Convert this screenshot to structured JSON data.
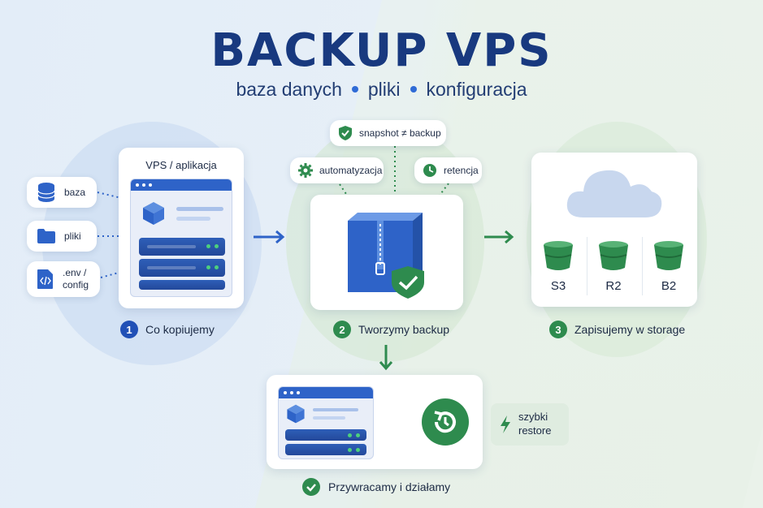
{
  "title": "BACKUP VPS",
  "subtitle": {
    "part1": "baza danych",
    "part2": "pliki",
    "part3": "konfiguracja"
  },
  "sources": [
    {
      "label": "baza",
      "icon": "database-icon"
    },
    {
      "label": "pliki",
      "icon": "folder-icon"
    },
    {
      "label": ".env / config",
      "line1": ".env /",
      "line2": "config",
      "icon": "code-file-icon"
    }
  ],
  "vps_card": {
    "title": "VPS / aplikacja"
  },
  "features": {
    "snapshot": "snapshot ≠ backup",
    "automation": "automatyzacja",
    "retention": "retencja"
  },
  "storage": {
    "buckets": [
      "S3",
      "R2",
      "B2"
    ]
  },
  "steps": {
    "s1": {
      "num": "1",
      "label": "Co kopiujemy"
    },
    "s2": {
      "num": "2",
      "label": "Tworzymy backup"
    },
    "s3": {
      "num": "3",
      "label": "Zapisujemy w storage"
    }
  },
  "restore": {
    "line1": "szybki",
    "line2": "restore"
  },
  "final_label": "Przywracamy i działamy",
  "colors": {
    "navy": "#18397f",
    "blue": "#2e63c8",
    "green": "#2e8b4e",
    "light_green": "#e4efe2"
  }
}
